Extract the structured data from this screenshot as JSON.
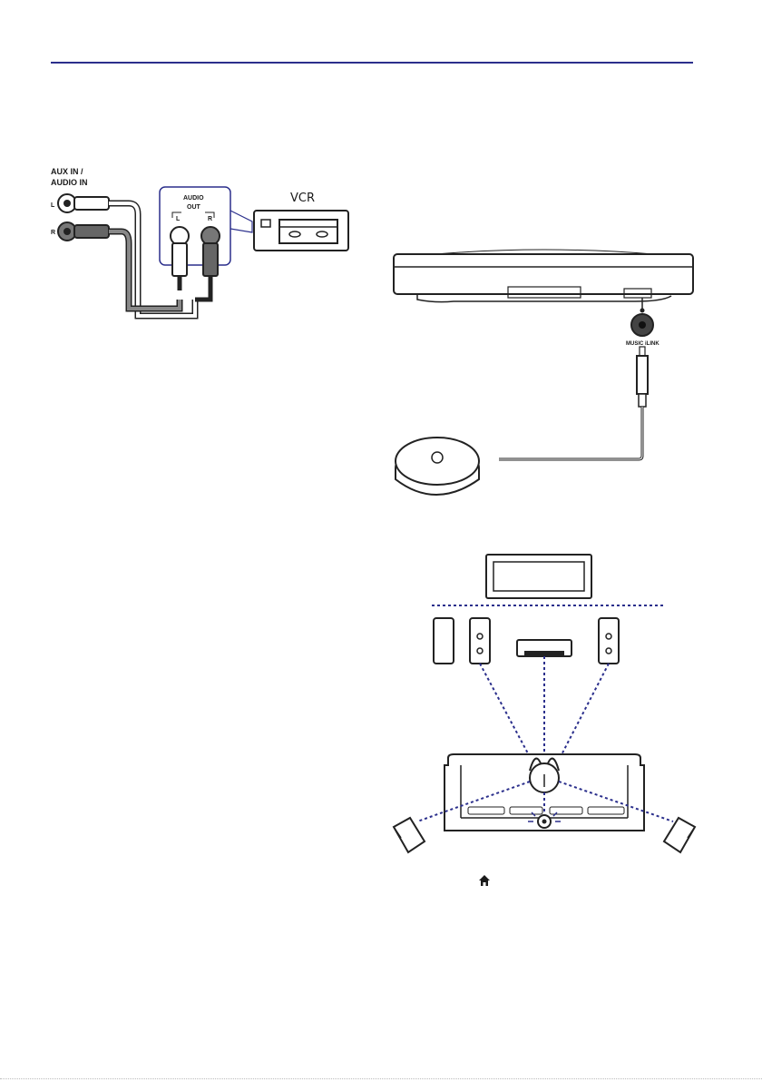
{
  "labels": {
    "aux_in": "AUX IN /",
    "audio_in": "AUDIO IN",
    "left": "L",
    "right": "R",
    "audio": "AUDIO",
    "out": "OUT",
    "vcr": "VCR",
    "music_ilink": "MUSIC iLINK"
  },
  "colors": {
    "accent": "#2b2f8c",
    "dotted_line": "#2b2f8c"
  },
  "icons": [
    "home-icon"
  ]
}
